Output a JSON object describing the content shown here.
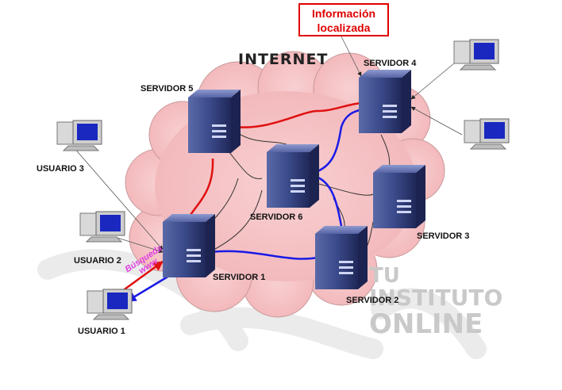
{
  "title": "INTERNET",
  "callout": {
    "line1": "Información",
    "line2": "localizada"
  },
  "servers": {
    "s1": "SERVIDOR 1",
    "s2": "SERVIDOR 2",
    "s3": "SERVIDOR 3",
    "s4": "SERVIDOR 4",
    "s5": "SERVIDOR 5",
    "s6": "SERVIDOR 6"
  },
  "users": {
    "u1": "USUARIO 1",
    "u2": "USUARIO 2",
    "u3": "USUARIO 3"
  },
  "search_label": {
    "line1": "Búsqueda",
    "line2": "www"
  },
  "watermark": {
    "line1": "TU",
    "line2": "INSTITUTO",
    "line3": "ONLINE"
  },
  "colors": {
    "red_route": "#e01010",
    "blue_route": "#1a1ae6",
    "cloud": "#f5c4c6",
    "callout": "#e00000",
    "search_text": "#e040e0"
  }
}
